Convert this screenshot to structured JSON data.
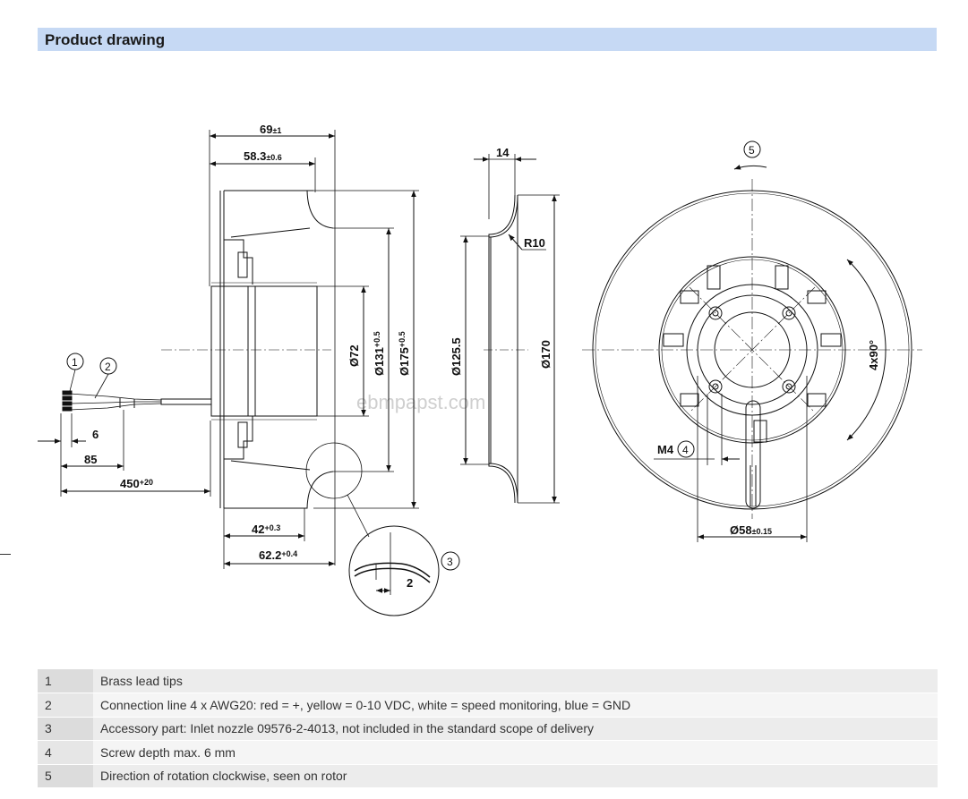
{
  "header": {
    "title": "Product drawing"
  },
  "watermark": "ebmpapst.com",
  "side_view": {
    "dim_width_total": "69",
    "dim_width_total_tol": "±1",
    "dim_width_inner": "58.3",
    "dim_width_inner_tol": "±0.6",
    "dim_dia_72": "Ø72",
    "dim_dia_131": "Ø131",
    "dim_dia_131_tol": "+0.5",
    "dim_dia_175": "Ø175",
    "dim_dia_175_tol": "+0.5",
    "dim_42": "42",
    "dim_42_tol": "+0.3",
    "dim_622": "62.2",
    "dim_622_tol": "+0.4",
    "dim_6": "6",
    "dim_85": "85",
    "dim_450": "450",
    "dim_450_tol": "+20",
    "callout_1": "1",
    "callout_2": "2",
    "callout_3": "3",
    "detail_dim": "2"
  },
  "nozzle_view": {
    "dim_14": "14",
    "dim_r10": "R10",
    "dim_1255": "Ø125.5",
    "dim_170": "Ø170"
  },
  "front_view": {
    "callout_5": "5",
    "dim_4x90": "4x90°",
    "dim_m4": "M4",
    "callout_4": "4",
    "dim_58": "Ø58",
    "dim_58_tol": "±0.15"
  },
  "legend": [
    {
      "num": "1",
      "text": "Brass lead tips"
    },
    {
      "num": "2",
      "text": "Connection line 4 x AWG20: red = +, yellow = 0-10 VDC, white = speed monitoring, blue = GND"
    },
    {
      "num": "3",
      "text": "Accessory part: Inlet nozzle 09576-2-4013, not included in the standard scope of delivery"
    },
    {
      "num": "4",
      "text": "Screw depth max. 6 mm"
    },
    {
      "num": "5",
      "text": "Direction of rotation clockwise, seen on rotor"
    }
  ]
}
